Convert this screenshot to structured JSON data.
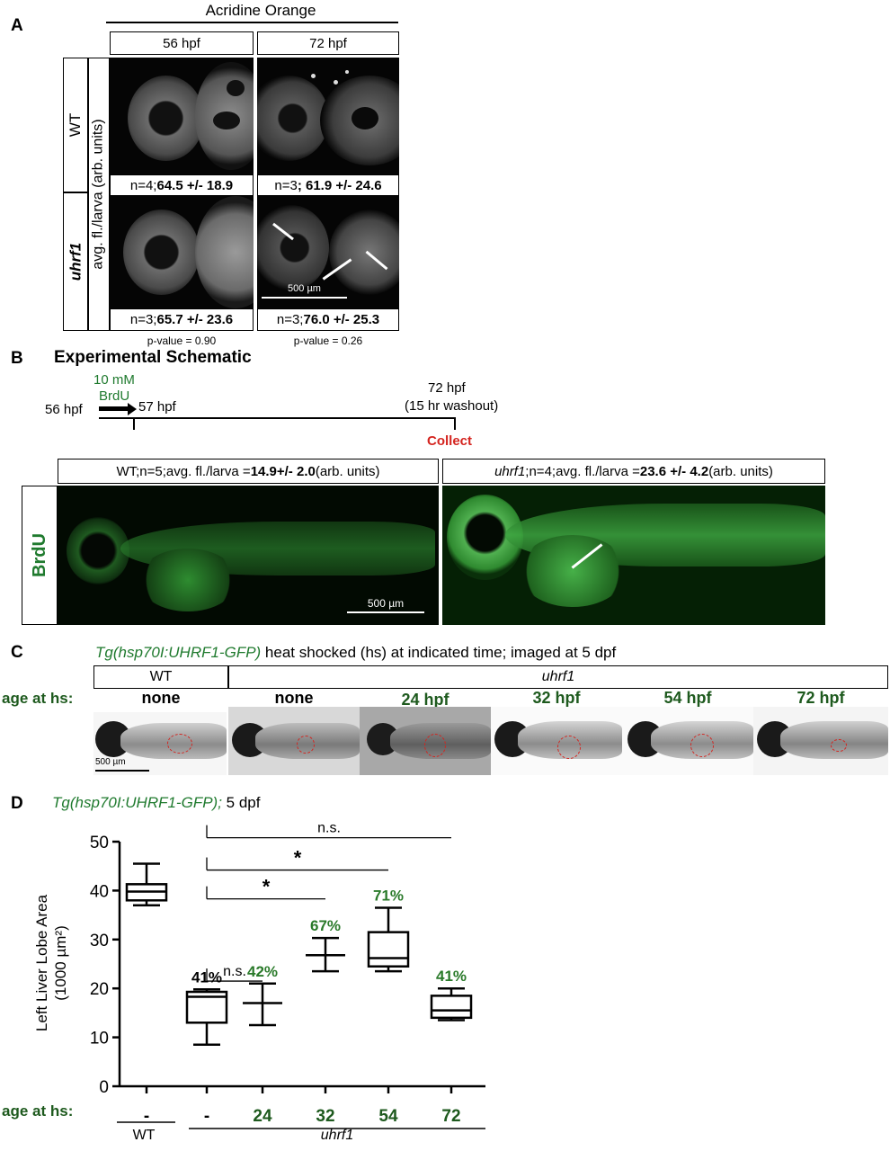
{
  "panelA": {
    "label": "A",
    "stain": "Acridine Orange",
    "time_56": "56 hpf",
    "time_72": "72 hpf",
    "row_wt": "WT",
    "row_uhrf1": "uhrf1",
    "ylab_prefix": "avg. fl./larva",
    "ylab_units": "(arb. units)",
    "wt56_n": "n=4; ",
    "wt56_v": "64.5 +/- 18.9",
    "wt72_n": "n=3",
    "wt72_v": "; 61.9 +/- 24.6",
    "mu56_n": "n=3; ",
    "mu56_v": "65.7 +/- 23.6",
    "mu72_n": "n=3; ",
    "mu72_v": "76.0 +/- 25.3",
    "p56": "p-value = 0.90",
    "p72": "p-value = 0.26",
    "scale": "500 µm"
  },
  "panelB": {
    "label": "B",
    "title": "Experimental Schematic",
    "dose": "10 mM",
    "drug": "BrdU",
    "t56": "56 hpf",
    "t57": "57 hpf",
    "t72": "72 hpf",
    "washout": "(15 hr washout)",
    "collect": "Collect",
    "wt_pre": "WT;n=5;avg. fl./larva = ",
    "wt_val": "14.9+/- 2.0",
    "wt_post": " (arb. units)",
    "mu_gene": "uhrf1",
    "mu_pre": ";n=4;avg. fl./larva = ",
    "mu_val": "23.6 +/- 4.2",
    "mu_post": " (arb. units)",
    "stain": "BrdU",
    "scale": "500 µm"
  },
  "panelC": {
    "label": "C",
    "transgene": "Tg(hsp70I:UHRF1-GFP)",
    "caption": " heat shocked (hs) at indicated time; imaged at 5 dpf",
    "wt": "WT",
    "uhrf1": "uhrf1",
    "age_label": "age at hs:",
    "ages": [
      "none",
      "none",
      "24 hpf",
      "32 hpf",
      "54 hpf",
      "72 hpf"
    ],
    "scale": "500 µm"
  },
  "panelD": {
    "label": "D",
    "transgene": "Tg(hsp70I:UHRF1-GFP);",
    "stage": " 5 dpf",
    "ylabel_1": "Left Liver Lobe Area",
    "ylabel_2": "(1000 µm²)",
    "age_label": "age at hs:",
    "wt_group": "WT",
    "uhrf1_group": "uhrf1",
    "sig_ns": "n.s.",
    "sig_star": "*"
  },
  "chart_data": {
    "type": "box",
    "ylim": [
      0,
      50
    ],
    "yticks": [
      0,
      10,
      20,
      30,
      40,
      50
    ],
    "categories": [
      "-",
      "-",
      "24",
      "32",
      "54",
      "72"
    ],
    "boxes": [
      {
        "whisker_low": 37,
        "q1": 38,
        "median": 39.8,
        "q3": 41.3,
        "whisker_high": 45.5,
        "label": ""
      },
      {
        "whisker_low": 8.5,
        "q1": 13,
        "median": 18.3,
        "q3": 19.3,
        "whisker_high": 19.8,
        "label": "41%"
      },
      {
        "whisker_low": 12.5,
        "q1": 17,
        "median": 17,
        "q3": 17,
        "whisker_high": 21,
        "label": "42%"
      },
      {
        "whisker_low": 23.5,
        "q1": 26.8,
        "median": 26.8,
        "q3": 26.8,
        "whisker_high": 30.3,
        "label": "67%"
      },
      {
        "whisker_low": 23.5,
        "q1": 24.5,
        "median": 26.2,
        "q3": 31.5,
        "whisker_high": 36.5,
        "label": "71%"
      },
      {
        "whisker_low": 13.5,
        "q1": 14,
        "median": 15.5,
        "q3": 18.5,
        "whisker_high": 20,
        "label": "41%"
      }
    ],
    "comparisons": [
      {
        "from": 1,
        "to": 2,
        "y": 21.5,
        "text": "n.s."
      },
      {
        "from": 1,
        "to": 3,
        "y": 38.3,
        "text": "*"
      },
      {
        "from": 1,
        "to": 4,
        "y": 44.2,
        "text": "*"
      },
      {
        "from": 1,
        "to": 5,
        "y": 50.8,
        "text": "n.s."
      }
    ]
  }
}
